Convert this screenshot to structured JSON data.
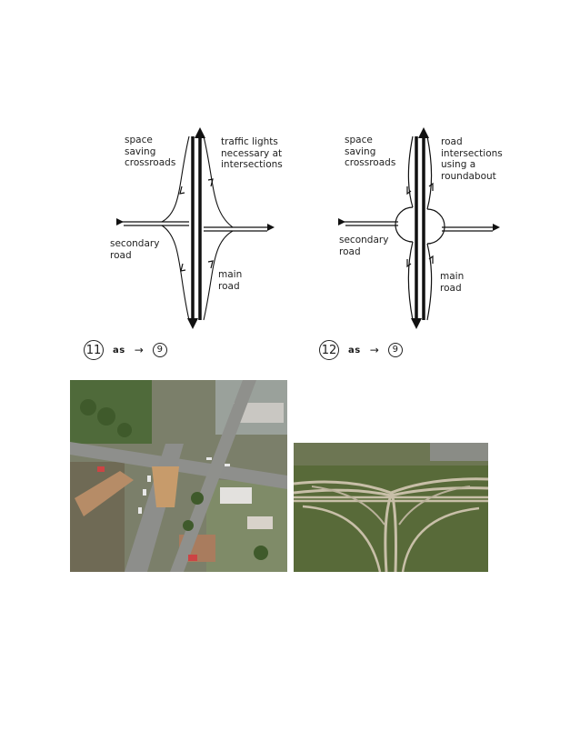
{
  "left_diagram": {
    "labels": {
      "top_left": "space\nsaving\ncrossroads",
      "top_right": "traffic lights\nnecessary at\nintersections",
      "bottom_left": "secondary\nroad",
      "bottom_right": "main\nroad"
    },
    "caption": {
      "number": "11",
      "as": "as",
      "arrow": "→",
      "target": "9"
    }
  },
  "right_diagram": {
    "labels": {
      "top_left": "space\nsaving\ncrossroads",
      "top_right": "road\nintersections\nusing a\nroundabout",
      "bottom_left": "secondary\nroad",
      "bottom_right": "main\nroad"
    },
    "caption": {
      "number": "12",
      "as": "as",
      "arrow": "→",
      "target": "9"
    }
  },
  "photos": [
    {
      "icon": "aerial-urban-intersection-photo"
    },
    {
      "icon": "aerial-interchange-photo"
    }
  ]
}
